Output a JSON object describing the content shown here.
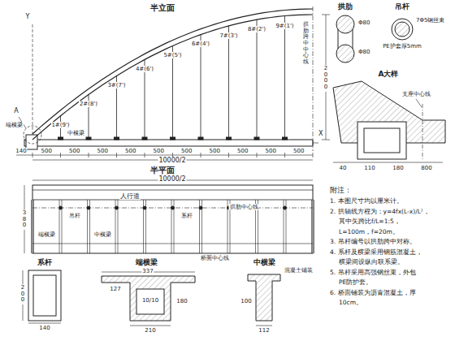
{
  "diagram": {
    "labels": [
      "半立面",
      "Y",
      "X",
      "A",
      "端横梁",
      "中横梁",
      "拱肋跨中中心线",
      "1#(9')",
      "2#(8')",
      "3#(7')",
      "4#(6')",
      "5#(5')",
      "6#(4')",
      "7#(3')",
      "8#(2')",
      "9#(1')",
      "140",
      "500",
      "500",
      "500",
      "500",
      "500",
      "500",
      "500",
      "500",
      "500",
      "500",
      "10000/2",
      "2000",
      "半平面",
      "10000/2",
      "380",
      "人行道",
      "拱肋中心线",
      "吊杆",
      "中横梁",
      "端横梁",
      "系杆",
      "桥面中心线",
      "系杆",
      "200",
      "140",
      "端横梁",
      "337",
      "127",
      "10/10",
      "180",
      "210",
      "中横梁",
      "混凝土铺装",
      "100",
      "112",
      "拱肋",
      "Φ80",
      "Φ80",
      "吊杆",
      "7Φ5钢丝束",
      "PE护套厚5mm",
      "A大样",
      "支座中心线",
      "40",
      "110",
      "180",
      "800",
      "附注：",
      "1. 本图尺寸均以厘米计。",
      "2. 拱轴线方程为：y=4fx(L-x)/L²，",
      "其中矢跨比f/L=1:5，",
      "L=100m，f=20m。",
      "3. 吊杆编号以拱肋跨中对称。",
      "4. 系杆及横梁采用钢筋混凝土，",
      "横梁间设纵向联系梁。",
      "5. 吊杆采用高强钢丝束，外包",
      "PE防护套。",
      "6. 桥面铺装为沥青混凝土，厚",
      "10cm。"
    ]
  }
}
